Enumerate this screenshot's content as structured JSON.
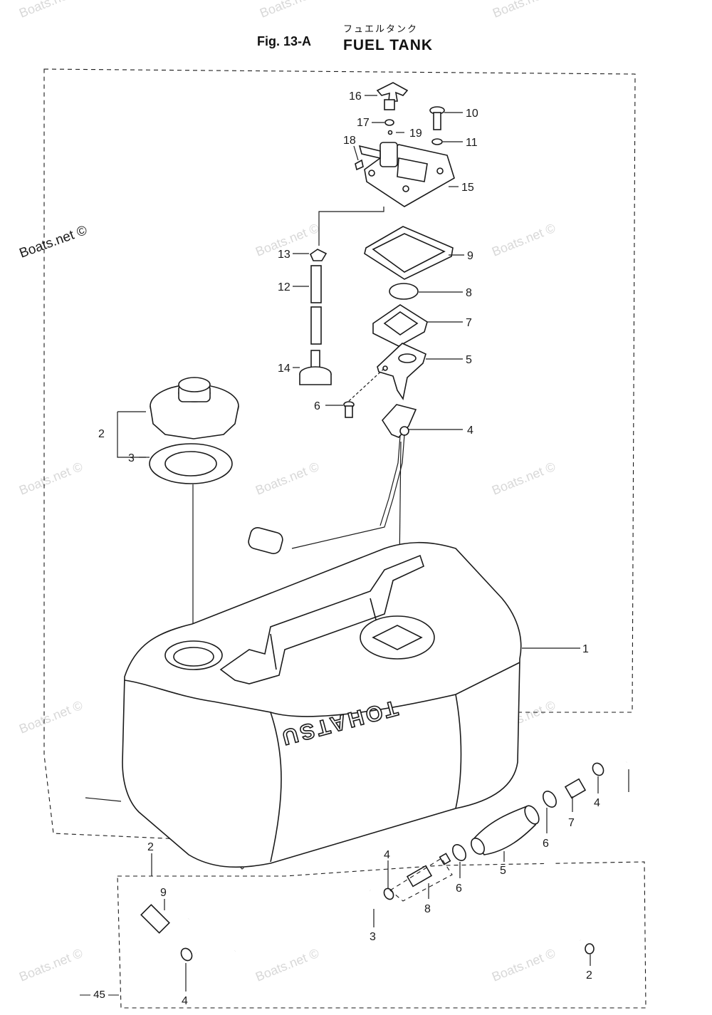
{
  "header": {
    "figure": "Fig. 13-A",
    "title_jp": "フュエルタンク",
    "title_en": "FUEL TANK"
  },
  "page_number": "— 45 —",
  "tank_brand": "TOHATSU",
  "watermark": "Boats.net ©",
  "watermark_bold": "Boats.net ©",
  "callouts": {
    "c16": "16",
    "c17": "17",
    "c19": "19",
    "c18": "18",
    "c10": "10",
    "c11": "11",
    "c15": "15",
    "c13": "13",
    "c9": "9",
    "c12": "12",
    "c8": "8",
    "c7": "7",
    "c14": "14",
    "c5": "5",
    "c6": "6",
    "c2": "2",
    "c4": "4",
    "c3": "3",
    "c1": "1"
  },
  "hose_callouts": {
    "h4a": "4",
    "h7": "7",
    "h6a": "6",
    "h5": "5",
    "h6b": "6",
    "h8": "8",
    "h4b": "4",
    "h3": "3",
    "h2a": "2",
    "h9": "9",
    "h4c": "4",
    "h2b": "2"
  }
}
